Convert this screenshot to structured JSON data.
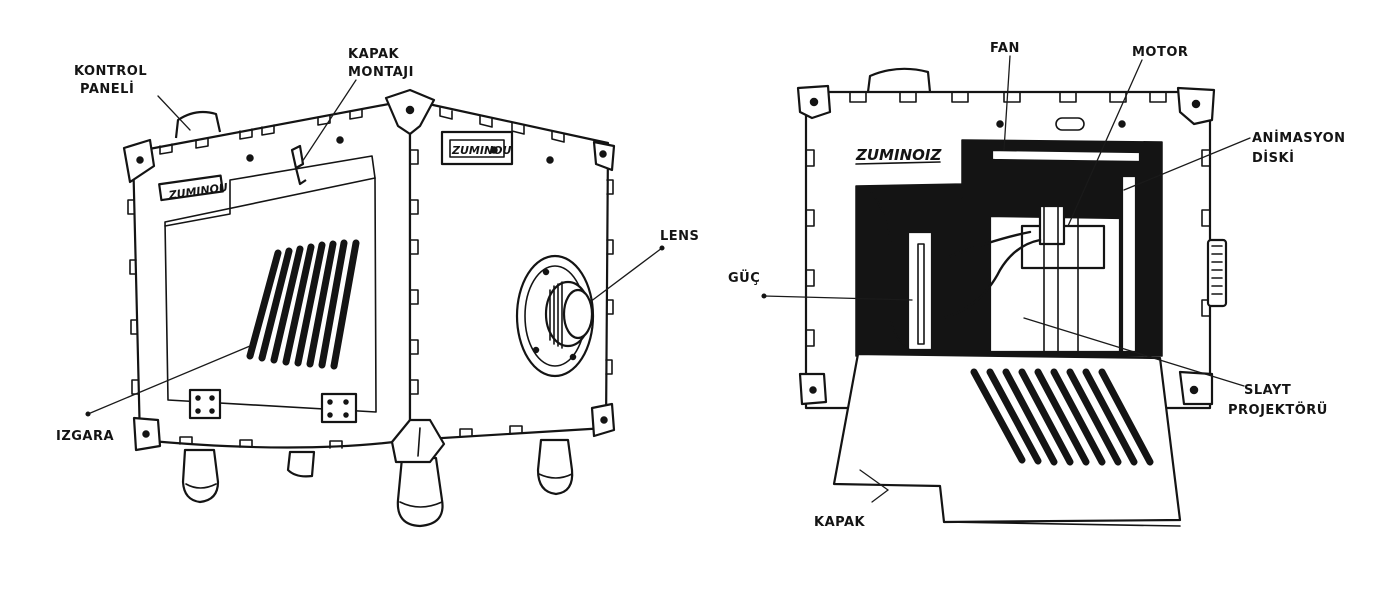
{
  "left_sketch": {
    "labels": {
      "kontrol_1": "KONTROL",
      "kontrol_2": "PANELİ",
      "kapak_1": "KAPAK",
      "kapak_2": "MONTAJI",
      "lens": "LENS",
      "izgara": "IZGARA"
    },
    "brand_front": "ZUMINOU",
    "brand_side": "ZUMINOU"
  },
  "right_sketch": {
    "labels": {
      "fan": "FAN",
      "motor": "MOTOR",
      "disk_1": "ANİMASYON",
      "disk_2": "DİSKİ",
      "guc": "GÜÇ",
      "slayt_1": "SLAYT",
      "slayt_2": "PROJEKTÖRÜ",
      "kapak": "KAPAK"
    },
    "brand": "ZUMINOIZ"
  }
}
